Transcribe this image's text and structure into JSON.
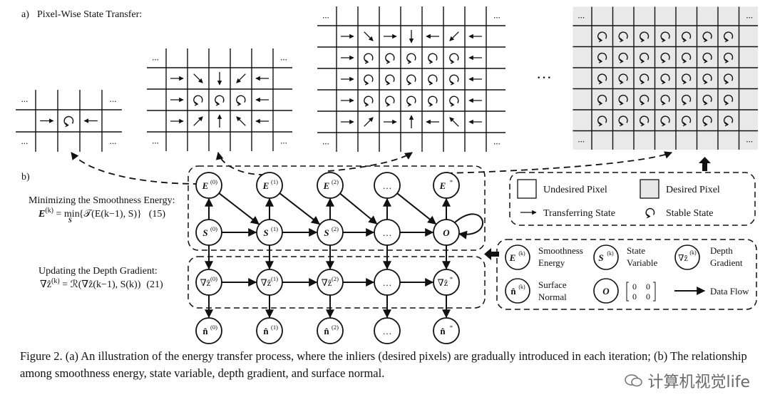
{
  "part_a": {
    "label": "a)",
    "title": "Pixel-Wise State Transfer:"
  },
  "part_b": {
    "label": "b)"
  },
  "ellipsis": "...",
  "big_ellipsis": "···",
  "smoothness": {
    "heading": "Minimizing the Smoothness Energy:",
    "eq_lhs": "E",
    "eq_sup": "(k)",
    "eq_mid": " = min",
    "eq_sub": "S",
    "eq_rest": "{𝒯(E(k−1), S)}",
    "eq_num": "(15)"
  },
  "depth": {
    "heading": "Updating the Depth Gradient:",
    "eq_lhs": "∇ẑ",
    "eq_sup": "(k)",
    "eq_rest": " = ℛ(∇ẑ(k−1), S(k))",
    "eq_num": "(21)"
  },
  "nodes": {
    "E": [
      "(0)",
      "(1)",
      "(2)",
      "…",
      "*"
    ],
    "S": [
      "(0)",
      "(1)",
      "(2)",
      "…",
      "O"
    ],
    "G": [
      "(0)",
      "(1)",
      "(2)",
      "…",
      "*"
    ],
    "N": [
      "(0)",
      "(1)",
      "(2)",
      "…",
      "*"
    ]
  },
  "legend_top": {
    "undesired": "Undesired Pixel",
    "desired": "Desired Pixel",
    "transferring": "Transferring State",
    "stable": "Stable State"
  },
  "legend_bottom": {
    "smoothness_line1": "Smoothness",
    "smoothness_line2": "Energy",
    "state_line1": "State",
    "state_line2": "Variable",
    "depth_line1": "Depth",
    "depth_line2": "Gradient",
    "surface_line1": "Surface",
    "surface_line2": "Normal",
    "matrix": [
      "0",
      "0",
      "0",
      "0"
    ],
    "dataflow": "Data Flow"
  },
  "caption": "Figure 2. (a) An illustration of the energy transfer process, where the inliers (desired pixels) are gradually introduced in each iteration; (b) The relationship among smoothness energy, state variable, depth gradient, and surface normal.",
  "watermark": "计算机视觉life"
}
